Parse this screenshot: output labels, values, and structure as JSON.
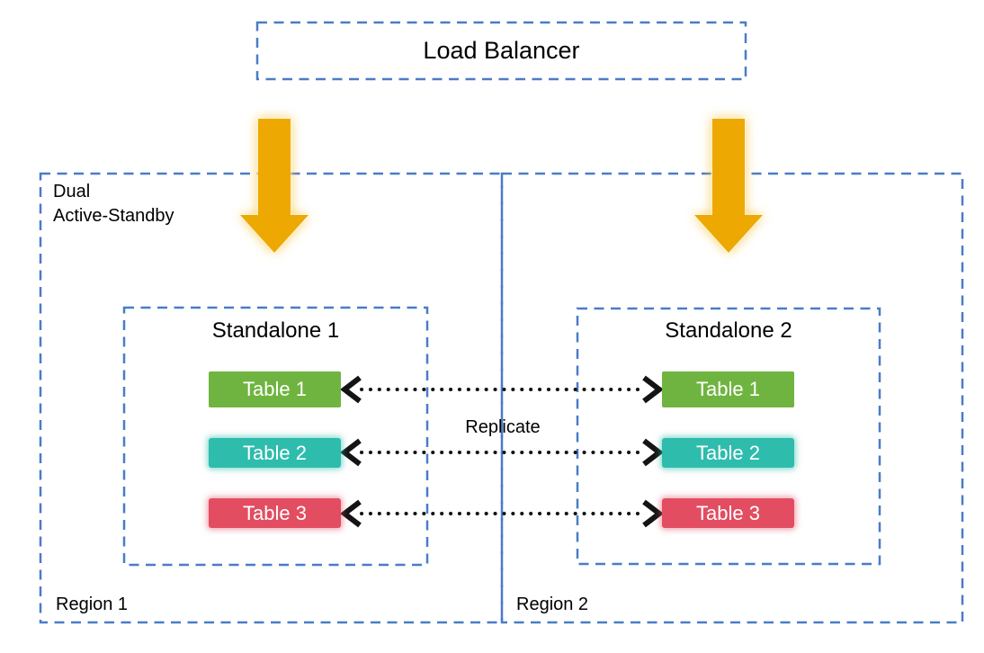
{
  "load_balancer": {
    "label": "Load Balancer"
  },
  "regions": [
    {
      "label": "Region 1",
      "caption_line1": "Dual",
      "caption_line2": "Active-Standby",
      "standalone": {
        "title": "Standalone 1",
        "tables": [
          {
            "label": "Table 1",
            "color": "#6fb440"
          },
          {
            "label": "Table 2",
            "color": "#2ebcac"
          },
          {
            "label": "Table 3",
            "color": "#e24d61"
          }
        ]
      }
    },
    {
      "label": "Region 2",
      "standalone": {
        "title": "Standalone 2",
        "tables": [
          {
            "label": "Table 1",
            "color": "#6fb440"
          },
          {
            "label": "Table 2",
            "color": "#2ebcac"
          },
          {
            "label": "Table 3",
            "color": "#e24d61"
          }
        ]
      }
    }
  ],
  "replicate_label": "Replicate",
  "icons": {
    "down_arrow_left": "down-arrow-icon",
    "down_arrow_right": "down-arrow-icon",
    "replicate_arrows": "double-headed-dotted-arrow-icon"
  },
  "colors": {
    "blue": "#4a7cc7",
    "green": "#6fb440",
    "teal": "#2ebcac",
    "red": "#e24d61",
    "gold": "#eda902",
    "ink": "#000000",
    "bg": "#ffffff"
  }
}
